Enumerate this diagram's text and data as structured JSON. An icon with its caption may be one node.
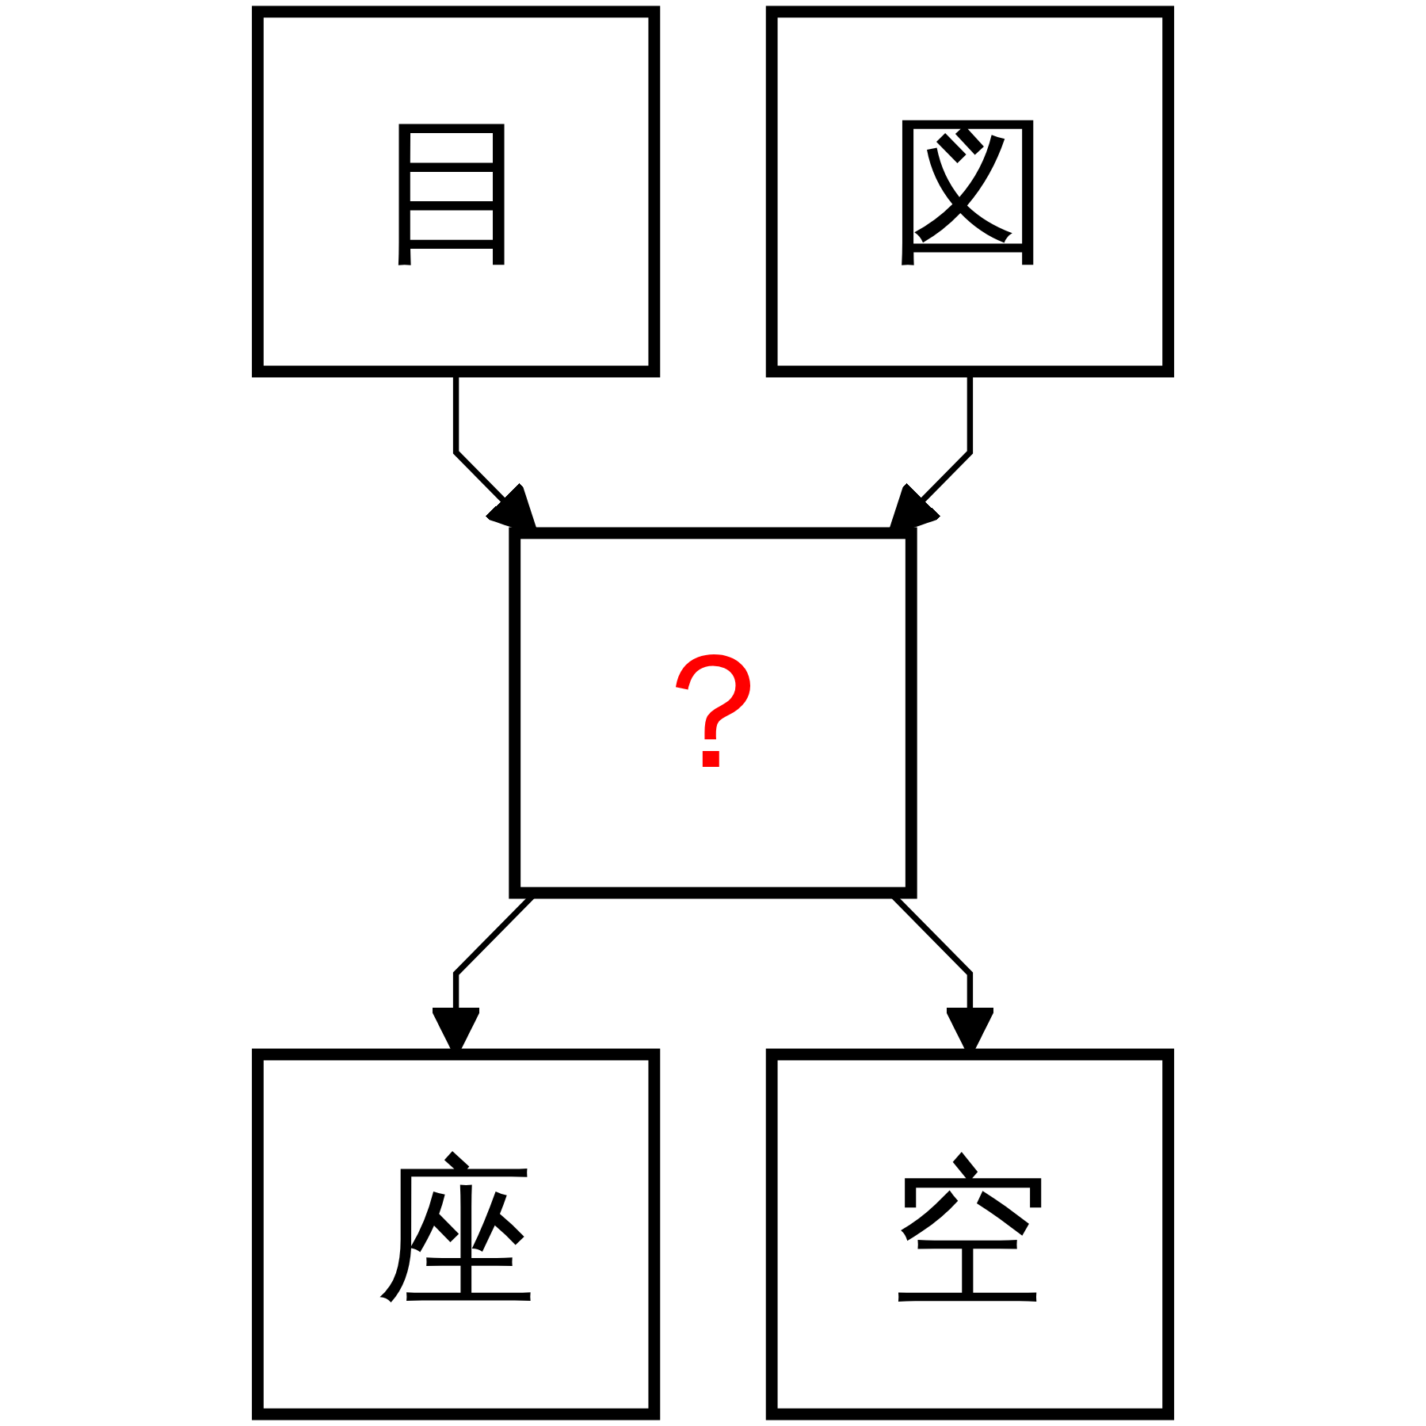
{
  "diagram": {
    "nodes": [
      {
        "text": [
          "目"
        ]
      },
      {
        "text": [
          "図"
        ]
      },
      {
        "text": [
          "？"
        ]
      },
      {
        "text": [
          "座"
        ]
      },
      {
        "text": [
          "空"
        ]
      }
    ],
    "edges": [
      {
        "from": 0,
        "to": 2,
        "arrow": "to"
      },
      {
        "from": 1,
        "to": 2,
        "arrow": "to"
      },
      {
        "from": 2,
        "to": 3,
        "arrow": "to"
      },
      {
        "from": 2,
        "to": 4,
        "arrow": "to"
      }
    ]
  }
}
